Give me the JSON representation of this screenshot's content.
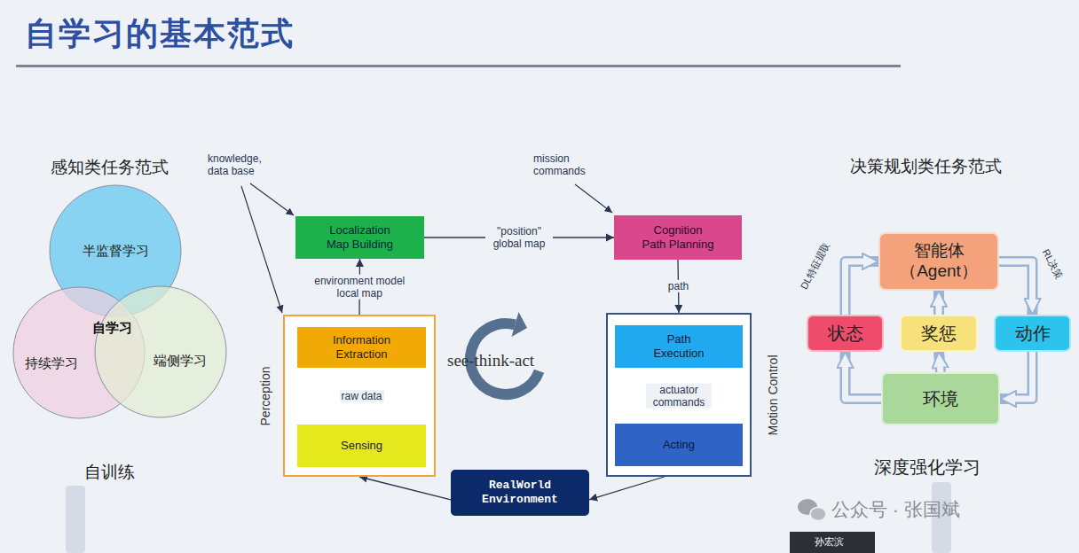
{
  "diagram": {
    "title": "自学习的基本范式",
    "nodes": [
      {
        "text": [
          "半监督学习"
        ]
      },
      {
        "text": [
          "持续学习"
        ]
      },
      {
        "text": [
          "端侧学习"
        ]
      },
      {
        "text": [
          "Localization Map Building"
        ]
      },
      {
        "text": [
          "Cognition Path Planning"
        ]
      },
      {
        "text": [
          "Perception"
        ]
      },
      {
        "text": [
          "Information Extraction"
        ],
        "in": 5
      },
      {
        "text": [
          "Sensing"
        ],
        "in": 5
      },
      {
        "text": [
          "Motion Control"
        ]
      },
      {
        "text": [
          "Path Execution"
        ],
        "in": 8
      },
      {
        "text": [
          "Acting"
        ],
        "in": 8
      },
      {
        "text": [
          "RealWorld Environment"
        ]
      },
      {
        "text": [
          "智能体 （Agent）"
        ]
      },
      {
        "text": [
          "状态"
        ]
      },
      {
        "text": [
          "奖惩"
        ]
      },
      {
        "text": [
          "动作"
        ]
      },
      {
        "text": [
          "环境"
        ]
      }
    ],
    "edges": [
      {
        "from": 3,
        "to": 4,
        "arrow": "to",
        "label": "\"position\" global map"
      },
      {
        "from": 5,
        "to": 3,
        "arrow": "to",
        "label": "environment model local map"
      },
      {
        "from": 7,
        "to": 6,
        "arrow": "to",
        "label": "raw data"
      },
      {
        "from": 4,
        "to": 8,
        "arrow": "to",
        "label": "path"
      },
      {
        "from": 9,
        "to": 10,
        "arrow": "to",
        "label": "actuator commands"
      },
      {
        "from": 8,
        "to": 11,
        "arrow": "to"
      },
      {
        "from": 11,
        "to": 5,
        "arrow": "to"
      },
      {
        "from": 13,
        "to": 12,
        "arrow": "to",
        "label": "DL特征提取"
      },
      {
        "from": 12,
        "to": 15,
        "arrow": "to",
        "label": "RL决策"
      },
      {
        "from": 15,
        "to": 16,
        "arrow": "to"
      },
      {
        "from": 16,
        "to": 13,
        "arrow": "to"
      },
      {
        "from": 16,
        "to": 14,
        "arrow": "to"
      },
      {
        "from": 14,
        "to": 12,
        "arrow": "to"
      }
    ],
    "labels": [
      "感知类任务范式",
      "自学习",
      "自训练",
      "knowledge, data base",
      "mission commands",
      "see-think-act",
      "决策规划类任务范式",
      "深度强化学习",
      "公众号 · 张国斌",
      "孙宏滨"
    ]
  }
}
